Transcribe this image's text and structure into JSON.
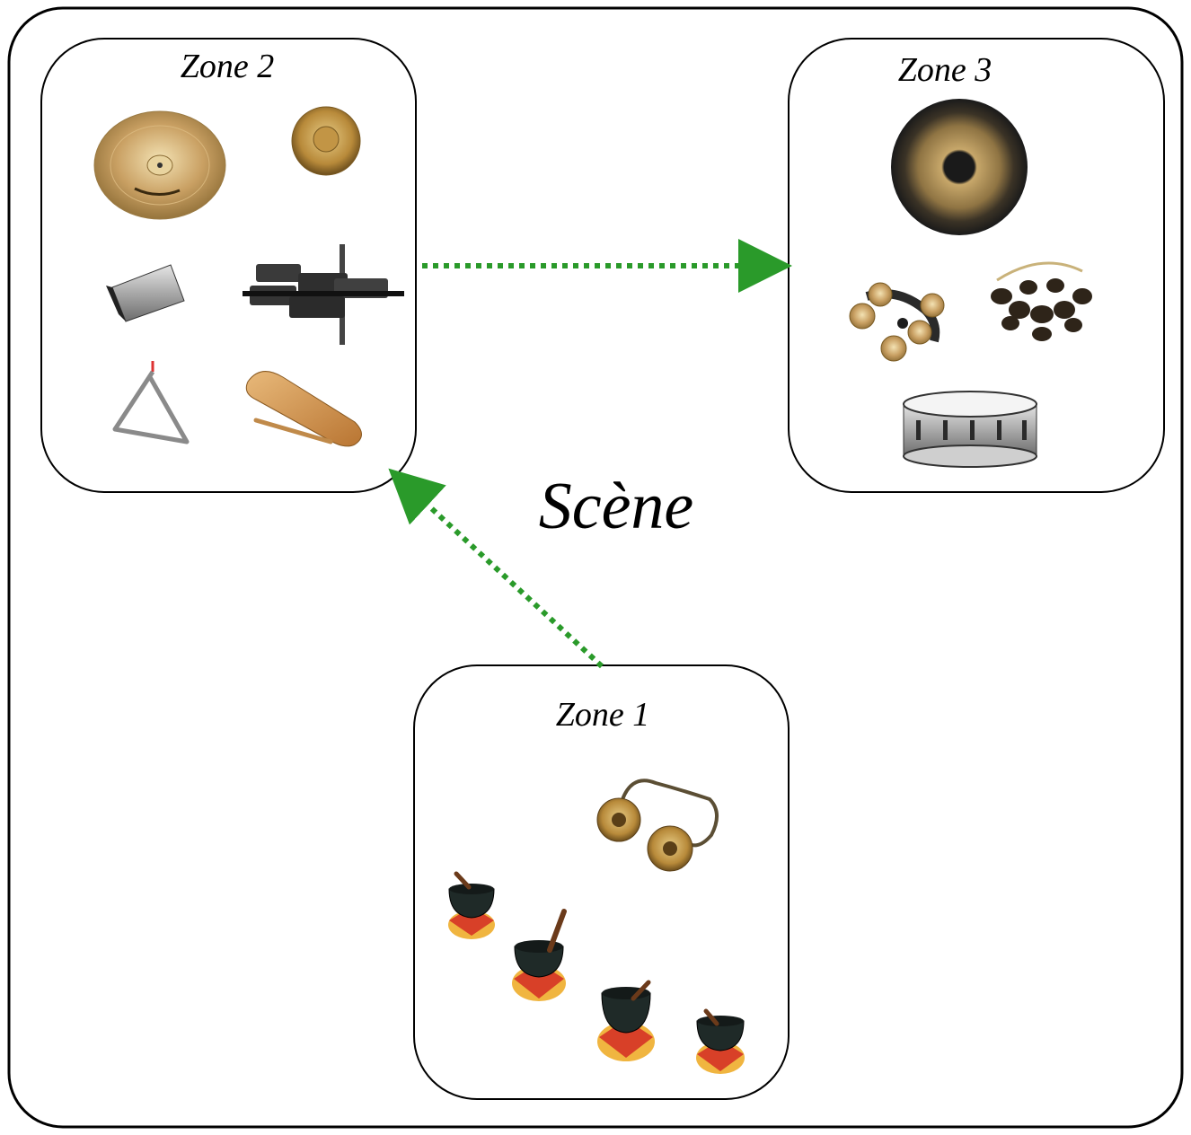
{
  "scene": {
    "label": "Scène"
  },
  "zones": [
    {
      "label": "Zone 1"
    },
    {
      "label": "Zone 2"
    },
    {
      "label": "Zone 3"
    }
  ],
  "colors": {
    "arrow": "#2a9a2a",
    "frame": "#000000"
  },
  "icons": {
    "zone2": [
      "crash-cymbal-icon",
      "small-gong-icon",
      "cowbell-icon",
      "temple-blocks-icon",
      "triangle-icon",
      "guiro-icon"
    ],
    "zone3": [
      "tam-tam-gong-icon",
      "sleigh-bells-icon",
      "nut-shaker-icon",
      "snare-drum-icon"
    ],
    "zone1": [
      "tingsha-cymbals-icon",
      "singing-bowl-icon"
    ]
  }
}
